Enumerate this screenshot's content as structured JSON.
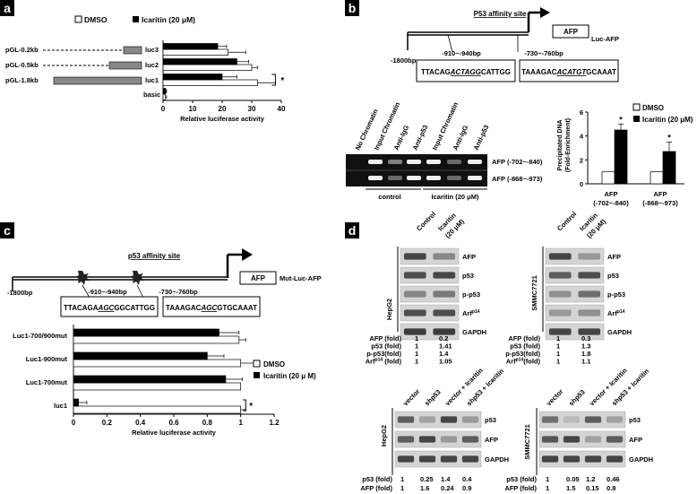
{
  "panel_letters": {
    "a": "a",
    "b": "b",
    "c": "c",
    "d": "d"
  },
  "legend": {
    "dmso": "DMSO",
    "icaritin": "Icaritin (20 μM)",
    "icaritin_c": "Icaritin (20 μ M)"
  },
  "colors": {
    "dmso": "#ffffff",
    "icaritin": "#000000",
    "axis": "#000000",
    "blot_bg": "#d4d4d4",
    "band": "#2b2b2b"
  },
  "panel_a": {
    "constructs": [
      "pGL-0.2kb",
      "pGL-0.5kb",
      "pGL-1.8kb"
    ],
    "luc_names": [
      "luc3",
      "luc2",
      "luc1",
      "basic"
    ],
    "xlabel": "Relative luciferase activity",
    "ticks": [
      "0",
      "10",
      "20",
      "30",
      "40"
    ],
    "star": "*"
  },
  "panel_b": {
    "title": "P53 affinity site",
    "start": "-1800bp",
    "site1": "-910~-940bp",
    "site2": "-730~-760bp",
    "seq1": {
      "pre": "TTACAG",
      "ul": "ACTAGG",
      "post": "CATTGG"
    },
    "seq2": {
      "pre": "TAAAGAC",
      "ul": "ACATGT",
      "post": "GCAAAT"
    },
    "gene": "AFP",
    "reporter": "Luc-AFP",
    "lanes": [
      "No Chromatin",
      "Input Chromatin",
      "Anti-IgG",
      "Anti-p53",
      "Input Chromatin",
      "Anti-IgG",
      "Anti-p53"
    ],
    "row1": "AFP (-702~-840)",
    "row2": "AFP (-868~-973)",
    "group1": "control",
    "group2": "Icaritin (20 μM)",
    "ylabel1": "Precipitated DNA",
    "ylabel2": "(Fold-Enrichment)",
    "yticks": [
      "0",
      "2",
      "4",
      "6"
    ],
    "cat1a": "AFP",
    "cat1b": "(-702~-840)",
    "cat2a": "AFP",
    "cat2b": "(-868~-973)",
    "star": "*"
  },
  "panel_c": {
    "title": "p53 affinity site",
    "start": "-1800bp",
    "site1": "-910~-940bp",
    "site2": "-730~-760bp",
    "seq1": {
      "pre": "TTACAGA",
      "ul": "AGC",
      "post": "GGCATTGG"
    },
    "seq2": {
      "pre": "TAAAGAC",
      "ul": "AGC",
      "post": "GTGCAAAT"
    },
    "gene": "AFP",
    "reporter": "Mut-Luc-AFP",
    "rows": [
      "Luc1-700/900mut",
      "Luc1-900mut",
      "Luc1-700mut",
      "luc1"
    ],
    "xlabel": "Relative luciferase activity",
    "ticks": [
      "0",
      "0.2",
      "0.4",
      "0.6",
      "0.8",
      "1",
      "1.2"
    ],
    "star": "*"
  },
  "panel_d": {
    "top_lanes": [
      "Control",
      "Icaritin",
      "(20 μM)"
    ],
    "cell_lines": [
      "HepG2",
      "SMMC7721"
    ],
    "blots": [
      "AFP",
      "p53",
      "p-p53",
      "Arf",
      "GAPDH"
    ],
    "arf_sup": "p14",
    "hepg2_quant": [
      {
        "label": "AFP (fold)",
        "v1": "1",
        "v2": "0.2"
      },
      {
        "label": "p53 (fold)",
        "v1": "1",
        "v2": "1.41"
      },
      {
        "label": "p-p53(fold)",
        "v1": "1",
        "v2": "1.4"
      },
      {
        "label": "Arf",
        "sup": "p14",
        "tail": " (fold)",
        "v1": "1",
        "v2": "1.05"
      }
    ],
    "smmc_quant": [
      {
        "label": "AFP (fold)",
        "v1": "1",
        "v2": "0.3"
      },
      {
        "label": "p53 (fold)",
        "v1": "1",
        "v2": "1.3"
      },
      {
        "label": "p-p53(fold)",
        "v1": "1",
        "v2": "1.8"
      },
      {
        "label": "Arf",
        "sup": "p14",
        "tail": "(fold)",
        "v1": "1",
        "v2": "1.1"
      }
    ],
    "bottom_lanes": [
      "vector",
      "shp53",
      "vector + Icaritin",
      "shp53 + Icaritin"
    ],
    "bottom_blots": [
      "p53",
      "AFP",
      "GAPDH"
    ],
    "hepg2_bottom": [
      {
        "label": "p53 (fold)",
        "v": [
          "1",
          "0.25",
          "1.4",
          "0.4"
        ]
      },
      {
        "label": "AFP (fold)",
        "v": [
          "1",
          "1.6",
          "0.24",
          "0.9"
        ]
      }
    ],
    "smmc_bottom": [
      {
        "label": "p53 (fold)",
        "v": [
          "1",
          "0.05",
          "1.2",
          "0.46"
        ]
      },
      {
        "label": "AFP (fold)",
        "v": [
          "1",
          "1.5",
          "0.15",
          "0.8"
        ]
      }
    ]
  },
  "chart_data": [
    {
      "type": "bar",
      "panel": "a",
      "orientation": "horizontal",
      "categories": [
        "luc3",
        "luc2",
        "luc1",
        "basic"
      ],
      "series": [
        {
          "name": "DMSO",
          "values": [
            22,
            30,
            32,
            0.8
          ],
          "errors": [
            6,
            2,
            6,
            0.4
          ]
        },
        {
          "name": "Icaritin (20 μM)",
          "values": [
            18.5,
            25,
            20,
            0.9
          ],
          "errors": [
            3,
            4,
            5,
            0.3
          ]
        }
      ],
      "xlabel": "Relative luciferase activity",
      "xlim": [
        0,
        40
      ]
    },
    {
      "type": "bar",
      "panel": "b",
      "categories": [
        "AFP (-702~-840)",
        "AFP (-868~-973)"
      ],
      "series": [
        {
          "name": "DMSO",
          "values": [
            1,
            1
          ],
          "errors": [
            0,
            0
          ]
        },
        {
          "name": "Icaritin (20 μM)",
          "values": [
            4.5,
            2.7
          ],
          "errors": [
            0.5,
            0.8
          ]
        }
      ],
      "ylabel": "Precipitated DNA (Fold-Enrichment)",
      "ylim": [
        0,
        6
      ]
    },
    {
      "type": "bar",
      "panel": "c",
      "orientation": "horizontal",
      "categories": [
        "Luc1-700/900mut",
        "Luc1-900mut",
        "Luc1-700mut",
        "luc1"
      ],
      "series": [
        {
          "name": "DMSO",
          "values": [
            0.99,
            1.0,
            1.0,
            1.0
          ],
          "errors": [
            0.04,
            0.08,
            0,
            0.03
          ]
        },
        {
          "name": "Icaritin (20 μ M)",
          "values": [
            0.87,
            0.8,
            0.91,
            0.03
          ],
          "errors": [
            0.12,
            0.1,
            0.1,
            0.05
          ]
        }
      ],
      "xlabel": "Relative luciferase activity",
      "xlim": [
        0,
        1.2
      ]
    }
  ]
}
